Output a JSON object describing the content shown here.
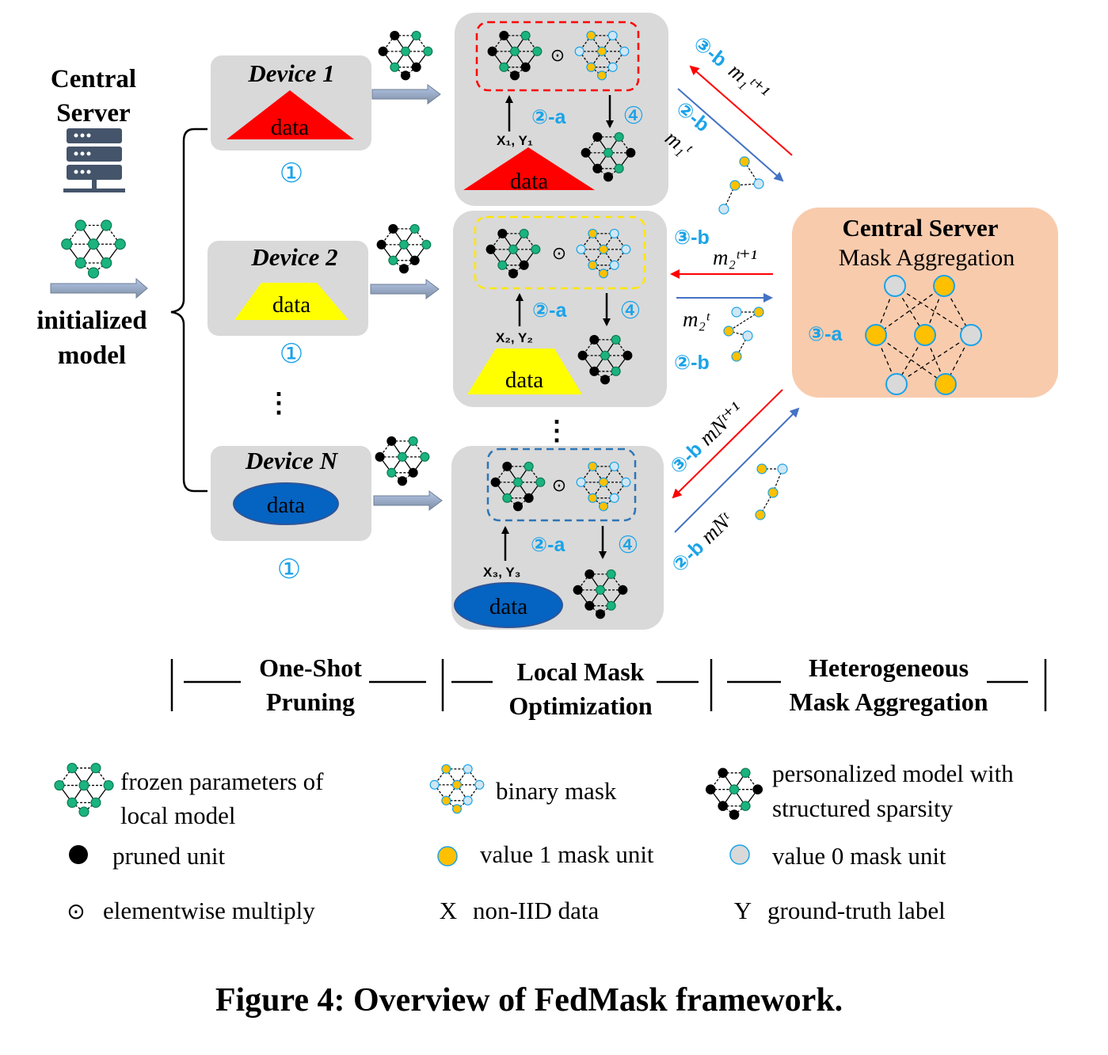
{
  "left": {
    "server_title_1": "Central",
    "server_title_2": "Server",
    "init_1": "initialized",
    "init_2": "model",
    "ellipsis": "⋮"
  },
  "devices": [
    {
      "name": "Device 1",
      "data": "data",
      "step": "①"
    },
    {
      "name": "Device 2",
      "data": "data",
      "step": "①"
    },
    {
      "name": "Device N",
      "data": "data",
      "step": "①"
    }
  ],
  "local": {
    "odot": "⊙",
    "step_a": "②-a",
    "step_4": "④",
    "xy": [
      "X₁, Y₁",
      "X₂, Y₂",
      "X₃, Y₃"
    ],
    "data": "data",
    "ellipsis": "⋮"
  },
  "comm": {
    "step_3b": "③-b",
    "step_2b": "②-b",
    "m1_next": "m₁ᵗ⁺¹",
    "m1": "m₁ᵗ",
    "m2_next": "m₂ᵗ⁺¹",
    "m2": "m₂ᵗ",
    "mN_next": "mNᵗ⁺¹",
    "mN": "mNᵗ"
  },
  "server": {
    "title": "Central Server",
    "subtitle": "Mask Aggregation",
    "step_3a": "③-a"
  },
  "stages": {
    "s1_line1": "One-Shot",
    "s1_line2": "Pruning",
    "s2_line1": "Local Mask",
    "s2_line2": "Optimization",
    "s3_line1": "Heterogeneous",
    "s3_line2": "Mask Aggregation"
  },
  "legend": {
    "frozen_1": "frozen parameters of",
    "frozen_2": "local model",
    "binary": "binary mask",
    "personal_1": "personalized model with",
    "personal_2": "structured sparsity",
    "pruned": "pruned unit",
    "value1": "value 1 mask unit",
    "value0": "value 0 mask unit",
    "odot_sym": "⊙",
    "odot": "elementwise multiply",
    "x_sym": "X",
    "x": "non-IID data",
    "y_sym": "Y",
    "y": "ground-truth label"
  },
  "caption": "Figure 4: Overview of FedMask framework.",
  "colors": {
    "panel_gray": "#D9D9D9",
    "server_orange": "#F8CBAD",
    "green": "#1BB37E",
    "orange_dot": "#FFC000",
    "light_blue": "#D0E6F3",
    "red": "#FF0000",
    "yellow": "#FFFF00",
    "blue_data": "#0563C1",
    "accent_blue": "#1AA3E8"
  }
}
